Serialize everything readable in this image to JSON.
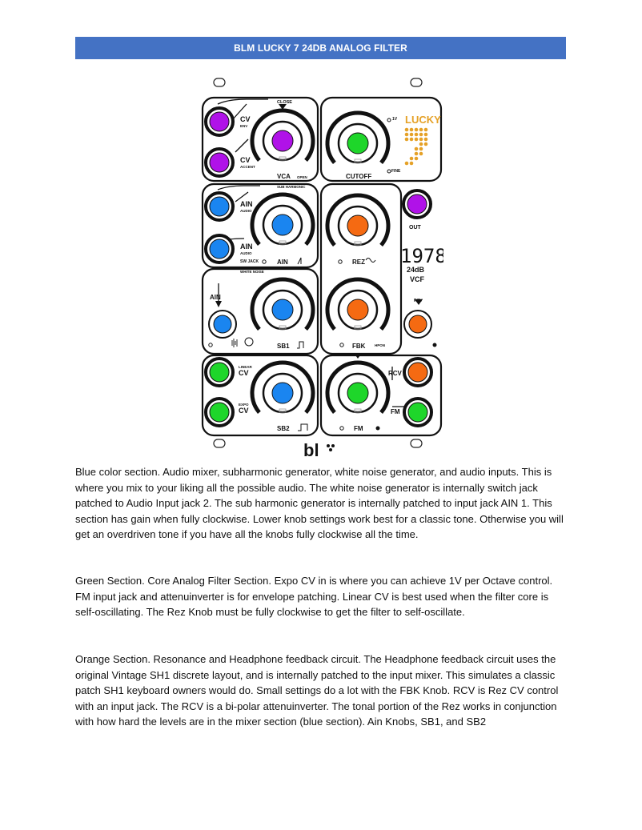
{
  "banner": {
    "title": "BLM LUCKY 7 24DB ANALOG FILTER"
  },
  "panel": {
    "labels": {
      "close": "CLOSE",
      "cv1": "CV",
      "env": "ENV",
      "cv2": "CV",
      "accent": "ACCENT",
      "vca": "VCA",
      "open": "OPEN",
      "cutoff": "CUTOFF",
      "onev": "1V",
      "fine": "FINE",
      "lucky": "LUCKY",
      "sub_harmonic": "SUB HARMONIC",
      "ain1": "AIN",
      "audio1": "AUDIO",
      "ain2": "AIN",
      "audio2": "AUDIO",
      "sw_jack": "SW JACK",
      "ain_knob": "AIN",
      "white_noise": "WHITE NOISE",
      "out": "OUT",
      "rez": "REZ",
      "year": "1978",
      "db": "24dB",
      "vcf": "VCF",
      "ain3": "AIN",
      "sb1": "SB1",
      "fbk": "FBK",
      "hpon": "HPON",
      "rcv_top": "RCV",
      "linear": "LINEAR",
      "cv3": "CV",
      "expo": "EXPO",
      "cv4": "CV",
      "rcv": "RCV",
      "fm": "FM",
      "sb2": "SB2",
      "fm_knob": "FM",
      "logo": "bl"
    },
    "colors": {
      "purple": "#b012e8",
      "green": "#1ed62a",
      "blue": "#1a85f0",
      "orange": "#f56a12",
      "gold": "#e5a127"
    }
  },
  "body": {
    "paragraphs": [
      "Blue color section. Audio mixer, subharmonic generator, white noise generator, and audio inputs. This is where you mix to your liking all the possible audio. The white noise generator is internally switch jack patched to Audio Input jack 2. The sub harmonic generator is internally patched to input jack AIN 1. This section has gain when fully clockwise. Lower knob settings work best for a classic tone. Otherwise you will get an overdriven tone if you have all the knobs fully clockwise all the time.",
      "Green Section. Core Analog Filter Section. Expo CV in is where you can achieve 1V per Octave control. FM input jack and attenuinverter is for envelope patching. Linear CV is best used when the filter core is self-oscillating. The Rez Knob must be fully clockwise to get the filter to self-oscillate.",
      "Orange Section. Resonance and Headphone feedback circuit.  The Headphone feedback circuit uses the original Vintage SH1 discrete layout, and is internally patched to the input mixer. This simulates a classic patch SH1 keyboard owners would do. Small settings do a lot with the FBK Knob. RCV is Rez CV control with an input jack. The RCV is a bi-polar attenuinverter. The tonal portion of the Rez works in conjunction with how hard the levels are in the mixer section (blue section). Ain Knobs, SB1, and SB2"
    ]
  }
}
